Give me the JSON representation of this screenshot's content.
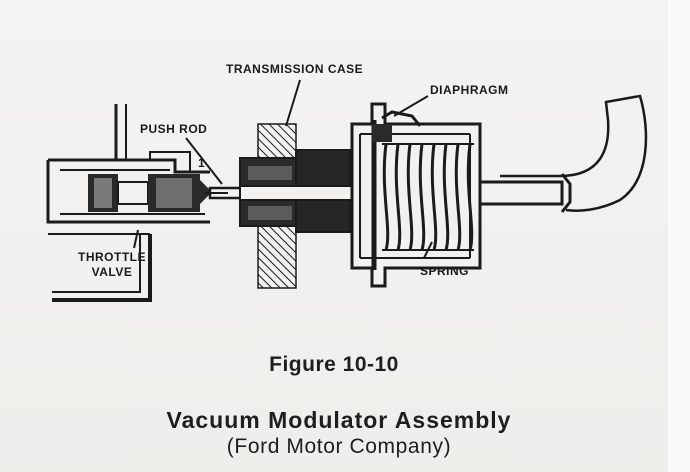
{
  "labels": {
    "transmission_case": "TRANSMISSION CASE",
    "diaphragm": "DIAPHRAGM",
    "push_rod": "PUSH ROD",
    "throttle_valve_line1": "THROTTLE",
    "throttle_valve_line2": "VALVE",
    "spring": "SPRING",
    "port_number": "1"
  },
  "caption": {
    "figure": "Figure 10-10",
    "title": "Vacuum Modulator Assembly",
    "subtitle": "(Ford Motor Company)"
  },
  "colors": {
    "ink": "#1a1a1a",
    "paper": "#f2f1ef"
  }
}
